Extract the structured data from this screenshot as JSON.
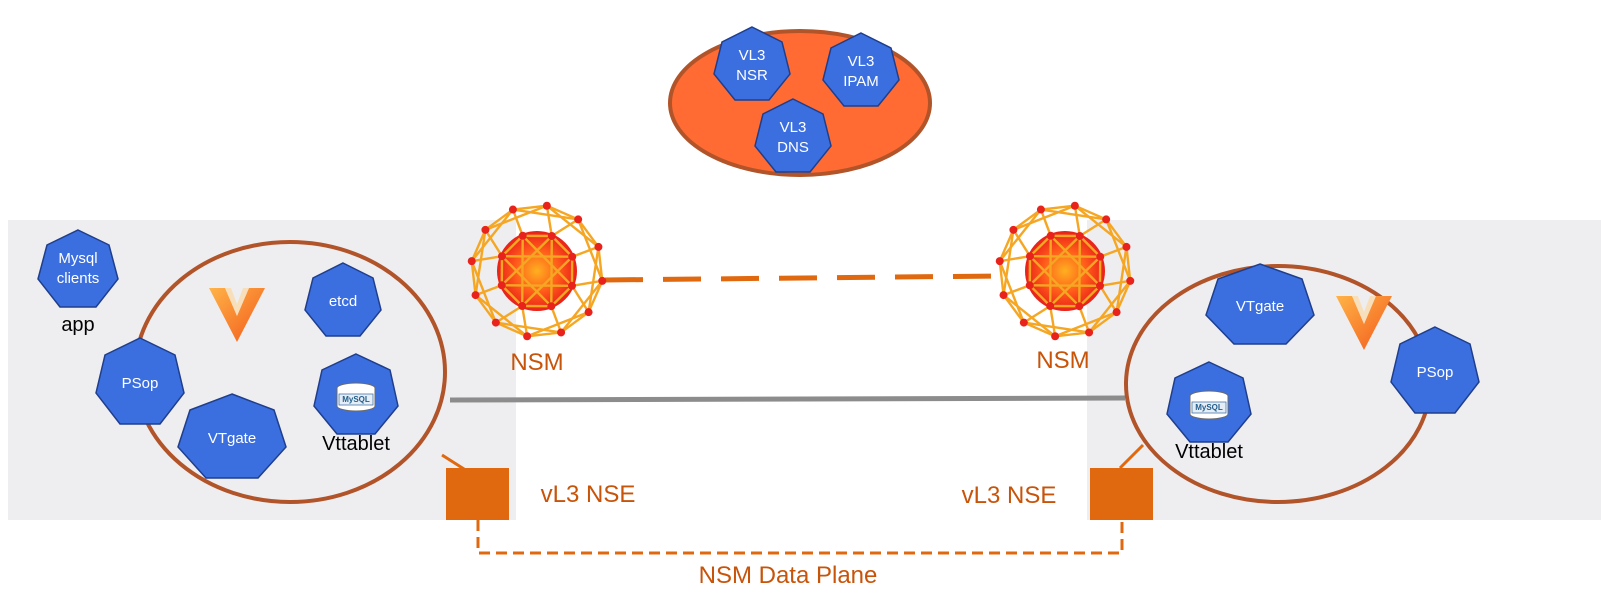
{
  "colors": {
    "hexagon": "#3b6fe0",
    "orange": "#e0680f",
    "dark_orange": "#c8540a",
    "cluster_bg": "#eeeef1",
    "ellipse_stroke": "#b2542a",
    "top_fill": "#ff6b33",
    "connector": "#8c8c8c"
  },
  "top_group": {
    "items": [
      {
        "line1": "VL3",
        "line2": "NSR"
      },
      {
        "line1": "VL3",
        "line2": "IPAM"
      },
      {
        "line1": "VL3",
        "line2": "DNS"
      }
    ]
  },
  "left_cluster": {
    "app": {
      "line1": "Mysql",
      "line2": "clients",
      "caption": "app"
    },
    "etcd": "etcd",
    "psop": "PSop",
    "vtgate": "VTgate",
    "vttablet": "Vttablet",
    "mysql_badge": "MySQL",
    "nsm_label": "NSM",
    "nse_label": "vL3 NSE"
  },
  "right_cluster": {
    "vtgate": "VTgate",
    "psop": "PSop",
    "vttablet": "Vttablet",
    "mysql_badge": "MySQL",
    "nsm_label": "NSM",
    "nse_label": "vL3 NSE"
  },
  "data_plane_label": "NSM Data Plane",
  "icons": {
    "nsm": "geodesic-sphere-icon",
    "vitess": "vitess-logo-icon",
    "mysql": "mysql-database-icon"
  }
}
